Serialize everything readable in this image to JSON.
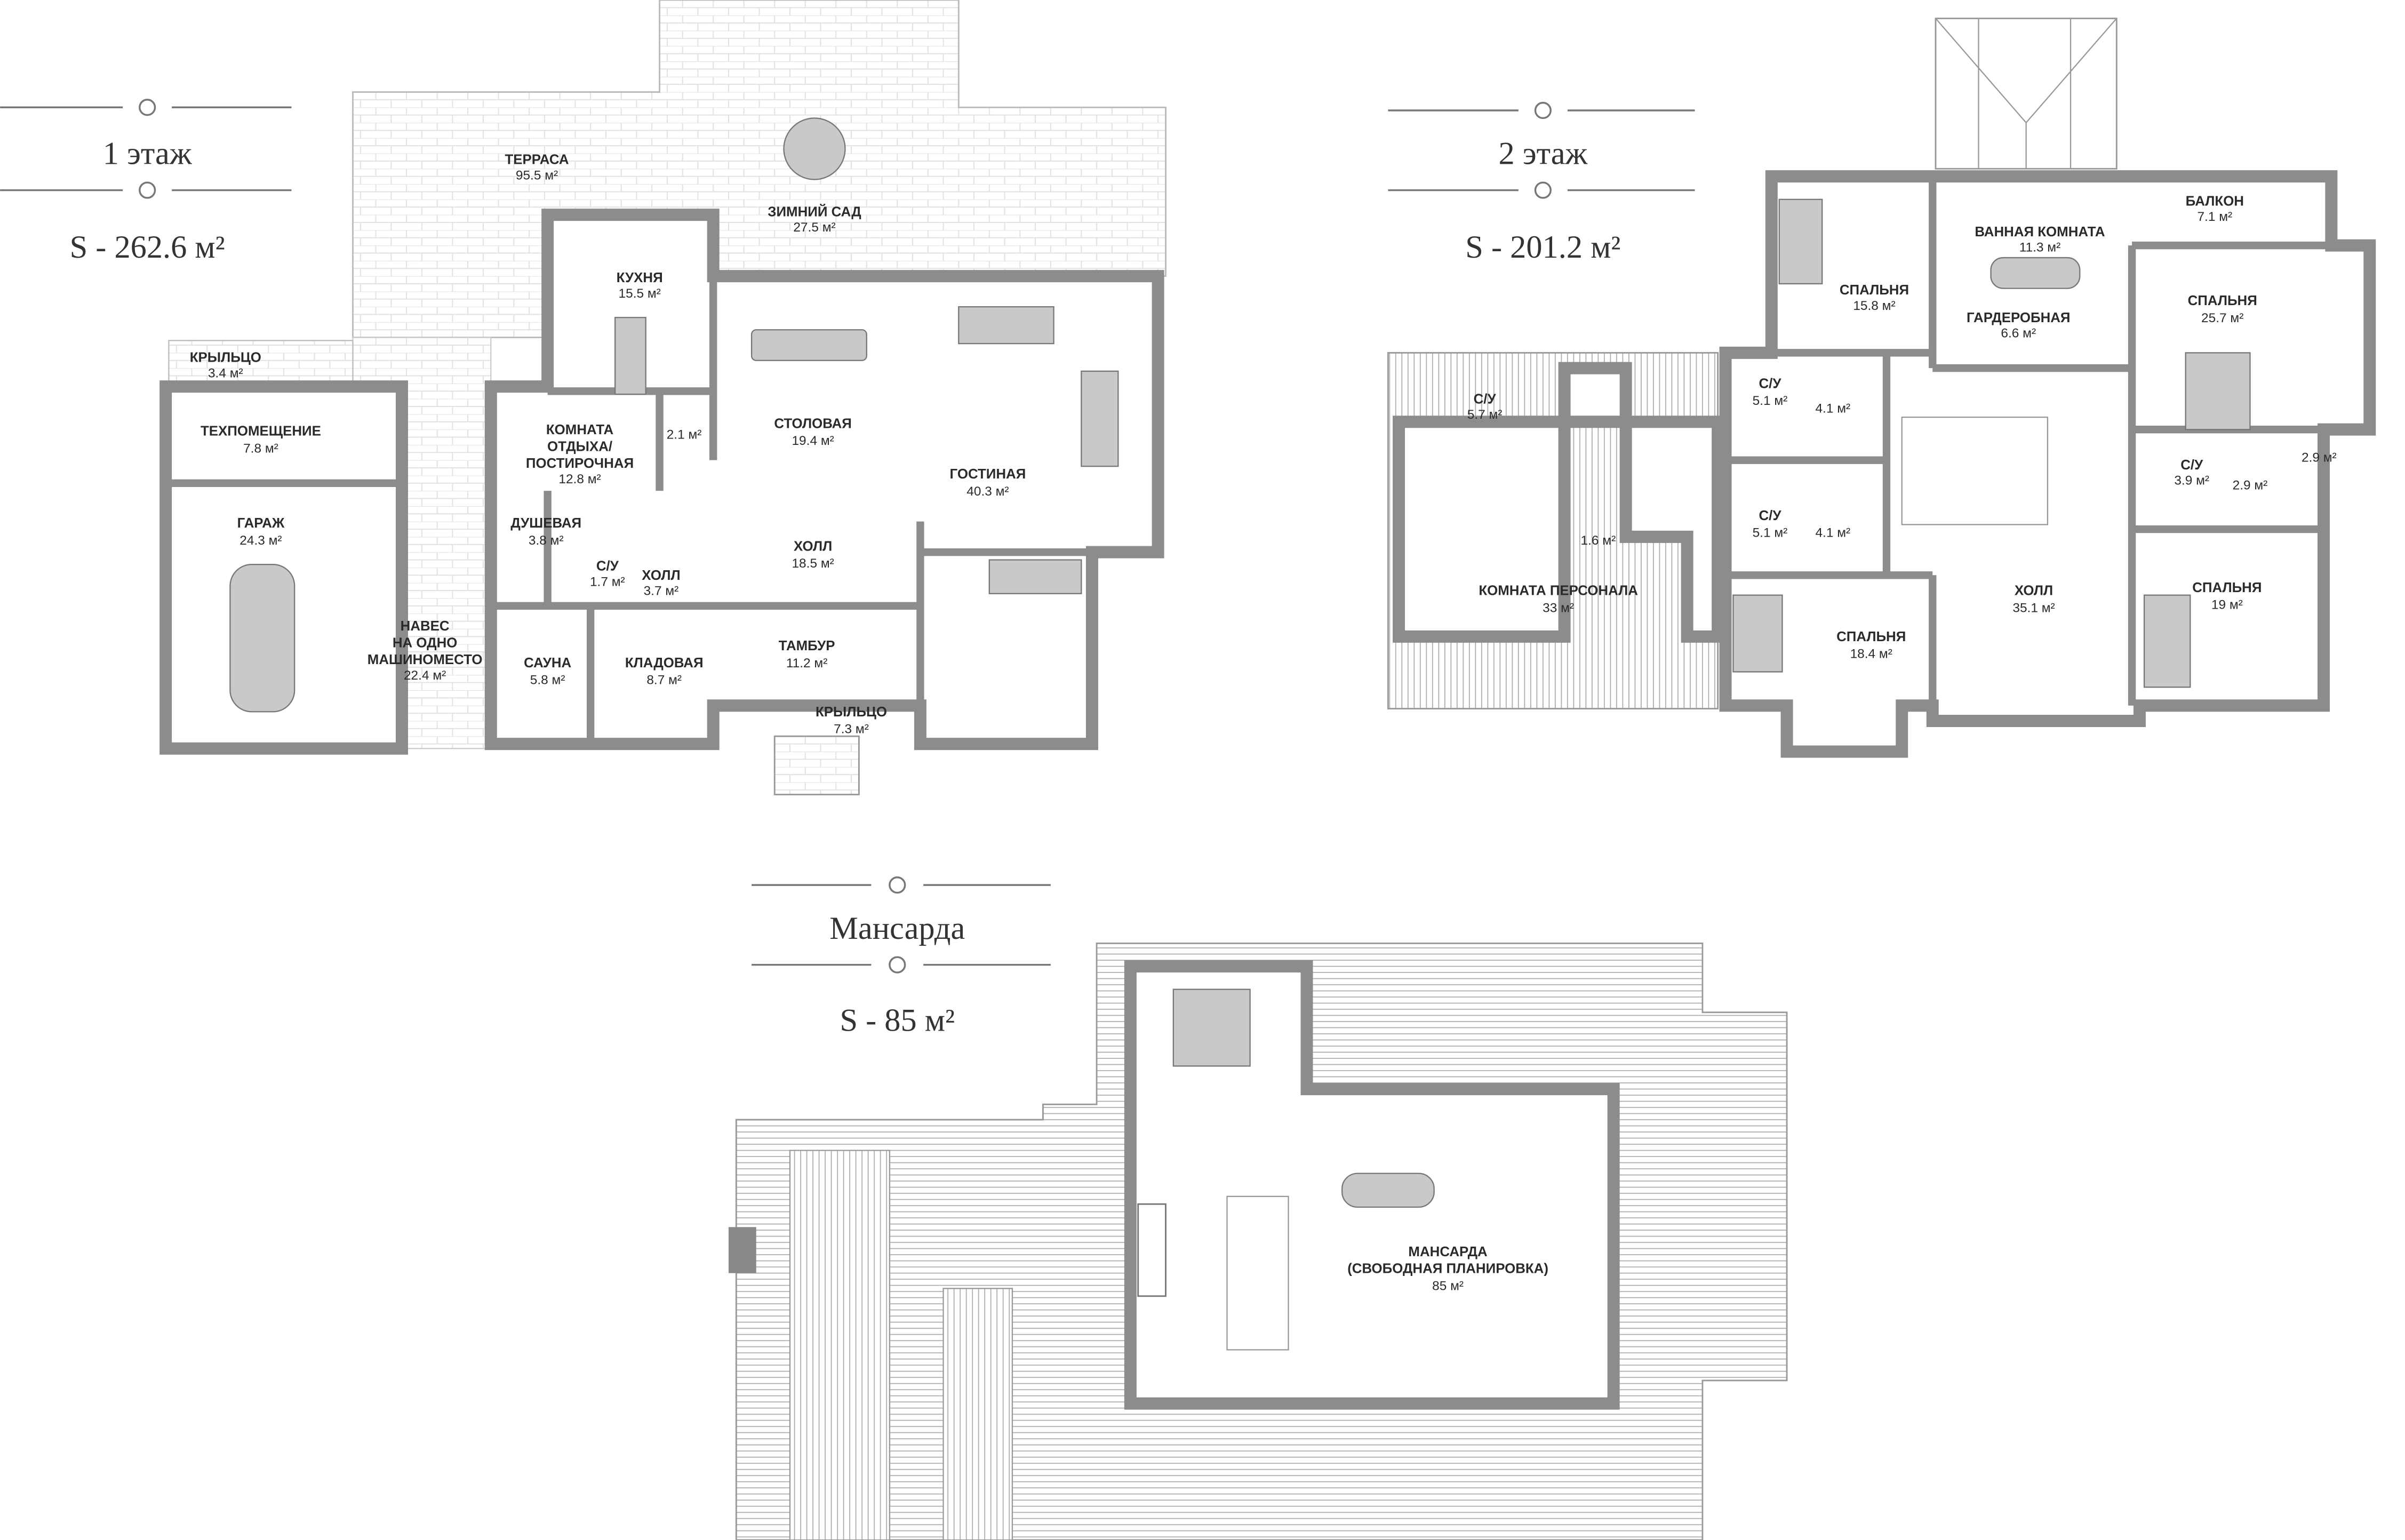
{
  "floors": [
    {
      "title": "1 этаж",
      "total_area": "S - 262.6 м²",
      "rooms": [
        {
          "lines": [
            "ТЕРРАСА"
          ],
          "area": "95.5 м²"
        },
        {
          "lines": [
            "ЗИМНИЙ САД"
          ],
          "area": "27.5 м²"
        },
        {
          "lines": [
            "КУХНЯ"
          ],
          "area": "15.5 м²"
        },
        {
          "lines": [
            "КРЫЛЬЦО"
          ],
          "area": "3.4 м²"
        },
        {
          "lines": [
            "ТЕХПОМЕЩЕНИЕ"
          ],
          "area": "7.8 м²"
        },
        {
          "lines": [
            "ГАРАЖ"
          ],
          "area": "24.3 м²"
        },
        {
          "lines": [
            "КОМНАТА",
            "ОТДЫХА/",
            "ПОСТИРОЧНАЯ"
          ],
          "area": "12.8 м²"
        },
        {
          "lines": [],
          "area": "2.1 м²"
        },
        {
          "lines": [
            "СТОЛОВАЯ"
          ],
          "area": "19.4 м²"
        },
        {
          "lines": [
            "ГОСТИНАЯ"
          ],
          "area": "40.3 м²"
        },
        {
          "lines": [
            "ДУШЕВАЯ"
          ],
          "area": "3.8 м²"
        },
        {
          "lines": [
            "С/У"
          ],
          "area": "1.7 м²"
        },
        {
          "lines": [
            "ХОЛЛ"
          ],
          "area": "3.7 м²"
        },
        {
          "lines": [
            "ХОЛЛ"
          ],
          "area": "18.5 м²"
        },
        {
          "lines": [
            "НАВЕС",
            "НА ОДНО",
            "МАШИНОМЕСТО"
          ],
          "area": "22.4 м²"
        },
        {
          "lines": [
            "САУНА"
          ],
          "area": "5.8 м²"
        },
        {
          "lines": [
            "КЛАДОВАЯ"
          ],
          "area": "8.7 м²"
        },
        {
          "lines": [
            "ТАМБУР"
          ],
          "area": "11.2 м²"
        },
        {
          "lines": [
            "КРЫЛЬЦО"
          ],
          "area": "7.3 м²"
        }
      ]
    },
    {
      "title": "2 этаж",
      "total_area": "S - 201.2 м²",
      "rooms": [
        {
          "lines": [
            "СПАЛЬНЯ"
          ],
          "area": "15.8 м²"
        },
        {
          "lines": [
            "ВАННАЯ КОМНАТА"
          ],
          "area": "11.3 м²"
        },
        {
          "lines": [
            "БАЛКОН"
          ],
          "area": "7.1 м²"
        },
        {
          "lines": [
            "ГАРДЕРОБНАЯ"
          ],
          "area": "6.6 м²"
        },
        {
          "lines": [
            "СПАЛЬНЯ"
          ],
          "area": "25.7 м²"
        },
        {
          "lines": [
            "С/У"
          ],
          "area": "5.7 м²"
        },
        {
          "lines": [
            "С/У"
          ],
          "area": "5.1 м²"
        },
        {
          "lines": [],
          "area": "4.1 м²"
        },
        {
          "lines": [
            "С/У"
          ],
          "area": "5.1 м²"
        },
        {
          "lines": [],
          "area": "4.1 м²"
        },
        {
          "lines": [],
          "area": "1.6 м²"
        },
        {
          "lines": [
            "КОМНАТА ПЕРСОНАЛА"
          ],
          "area": "33 м²"
        },
        {
          "lines": [
            "С/У"
          ],
          "area": "3.9 м²"
        },
        {
          "lines": [],
          "area": "2.9 м²"
        },
        {
          "lines": [],
          "area": "2.9 м²"
        },
        {
          "lines": [
            "ХОЛЛ"
          ],
          "area": "35.1 м²"
        },
        {
          "lines": [
            "СПАЛЬНЯ"
          ],
          "area": "18.4 м²"
        },
        {
          "lines": [
            "СПАЛЬНЯ"
          ],
          "area": "19 м²"
        }
      ]
    },
    {
      "title": "Мансарда",
      "total_area": "S - 85 м²",
      "rooms": [
        {
          "lines": [
            "МАНСАРДА",
            "(СВОБОДНАЯ ПЛАНИРОВКА)"
          ],
          "area": "85 м²"
        }
      ]
    }
  ],
  "colors": {
    "wall": "#8c8c8c",
    "furniture": "#c9c9c9",
    "text": "#2a2a2a"
  }
}
